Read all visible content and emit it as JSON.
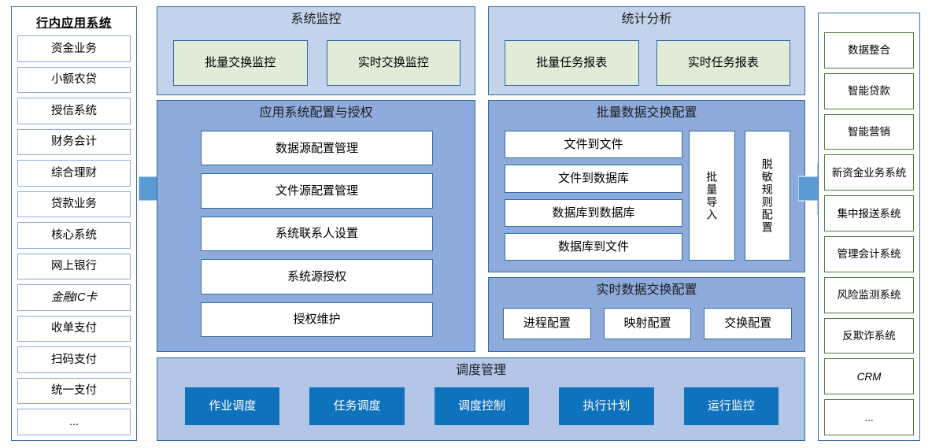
{
  "left_column": {
    "title": "行内应用系统",
    "items": [
      "资金业务",
      "小额农贷",
      "授信系统",
      "财务会计",
      "综合理财",
      "贷款业务",
      "核心系统",
      "网上银行",
      "金融IC卡",
      "收单支付",
      "扫码支付",
      "统一支付",
      "..."
    ]
  },
  "right_column": {
    "items": [
      "数据整合",
      "智能贷款",
      "智能营销",
      "新资金业务系统",
      "集中报送系统",
      "管理会计系统",
      "风险监测系统",
      "反欺诈系统",
      "CRM",
      "..."
    ]
  },
  "system_monitor": {
    "title": "系统监控",
    "tiles": [
      "批量交换监控",
      "实时交换监控"
    ]
  },
  "statistics": {
    "title": "统计分析",
    "tiles": [
      "批量任务报表",
      "实时任务报表"
    ]
  },
  "app_config": {
    "title": "应用系统配置与授权",
    "tiles": [
      "数据源配置管理",
      "文件源配置管理",
      "系统联系人设置",
      "系统源授权",
      "授权维护"
    ]
  },
  "batch_exchange": {
    "title": "批量数据交换配置",
    "tiles": [
      "文件到文件",
      "文件到数据库",
      "数据库到数据库",
      "数据库到文件"
    ],
    "side_tiles": [
      "批量导入",
      "脱敏规则配置"
    ]
  },
  "realtime_exchange": {
    "title": "实时数据交换配置",
    "tiles": [
      "进程配置",
      "映射配置",
      "交换配置"
    ]
  },
  "schedule": {
    "title": "调度管理",
    "tiles": [
      "作业调度",
      "任务调度",
      "调度控制",
      "执行计划",
      "运行监控"
    ]
  },
  "arrows": {
    "left_arrow_name": "flow-arrow-right",
    "right_arrow_name": "flow-arrow-right"
  },
  "colors": {
    "panel_fill": "#b3c6e7",
    "panel_fill_pale": "#c3d3ec",
    "panel_fill_mid": "#8fabdb",
    "panel_border": "#2e6da4",
    "green_tile": "#e2ebd8",
    "blue_button": "#0f72bd",
    "arrow": "#5b9bd5",
    "left_chip_border": "#8faadc",
    "right_chip_border": "#4e7d3a"
  }
}
